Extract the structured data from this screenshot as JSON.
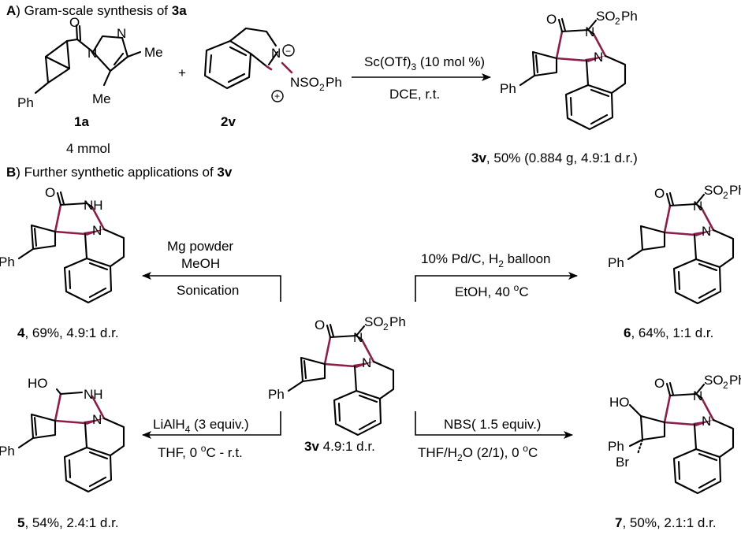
{
  "sections": {
    "a_letter": "A",
    "a_title": ") Gram-scale synthesis of ",
    "a_cmpd": "3a",
    "b_letter": "B",
    "b_title": ") Further synthetic applications of ",
    "b_cmpd": "3v"
  },
  "reactants": {
    "r1_label": "1a",
    "r1_amount": "4 mmol",
    "r2_label": "2v",
    "plus": "+"
  },
  "atoms": {
    "O": "O",
    "N": "N",
    "NH": "NH",
    "HO": "HO",
    "Ph": "Ph",
    "Me": "Me",
    "Br": "Br",
    "SO2Ph_pre": "SO",
    "SO2Ph_sub": "2",
    "SO2Ph_post": "Ph",
    "NSO2Ph_pre": "NSO",
    "plus_charge": "+",
    "minus_charge": "−"
  },
  "reactions": {
    "main": {
      "cond_top_pre": "Sc(OTf)",
      "cond_top_sub": "3",
      "cond_top_post": " (10 mol %)",
      "cond_bottom": "DCE, r.t."
    },
    "to4": {
      "line1": "Mg powder",
      "line2": "MeOH",
      "line3": "Sonication"
    },
    "to6": {
      "line1_pre": "10% Pd/C, H",
      "line1_sub": "2",
      "line1_post": " balloon",
      "line2_pre": "EtOH, 40 ",
      "line2_sup": "o",
      "line2_post": "C"
    },
    "to5": {
      "line1_pre": "LiAlH",
      "line1_sub": "4",
      "line1_post": " (3 equiv.)",
      "line2_pre": "THF, 0 ",
      "line2_sup": "o",
      "line2_post": "C - r.t."
    },
    "to7": {
      "line1": "NBS( 1.5 equiv.)",
      "line2_pre": "THF/H",
      "line2_sub": "2",
      "line2_post": "O (2/1), 0  ",
      "line2_sup": "o",
      "line2_end": "C"
    }
  },
  "products": {
    "p3v_top": {
      "label": "3v",
      "detail": ", 50% (0.884 g, 4.9:1 d.r.)"
    },
    "p3v_center": {
      "label": "3v",
      "detail": " 4.9:1 d.r."
    },
    "p4": {
      "label": "4",
      "detail": ", 69%, 4.9:1 d.r."
    },
    "p6": {
      "label": "6",
      "detail": ", 64%, 1:1 d.r."
    },
    "p5": {
      "label": "5",
      "detail": ", 54%, 2.4:1 d.r."
    },
    "p7": {
      "label": "7",
      "detail": ", 50%, 2.1:1 d.r."
    }
  },
  "colors": {
    "highlight": "#8b1e4a",
    "text": "#000000",
    "background": "#ffffff"
  }
}
